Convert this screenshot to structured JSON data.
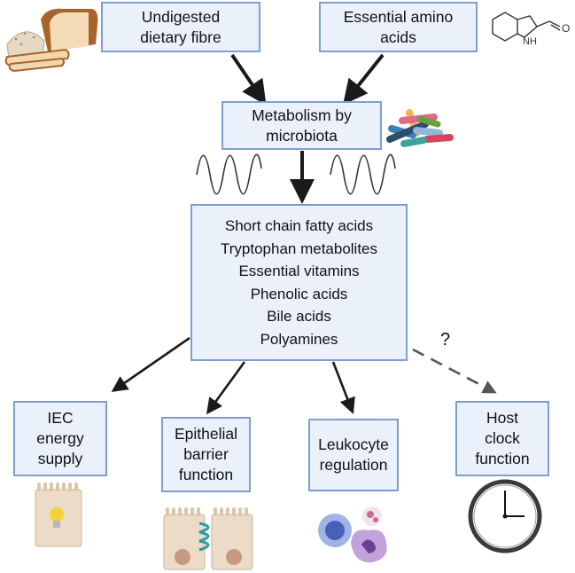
{
  "inputs": {
    "fibre": [
      "Undigested",
      "dietary fibre"
    ],
    "amino": [
      "Essential amino",
      "acids"
    ]
  },
  "metabolism": [
    "Metabolism by",
    "microbiota"
  ],
  "metabolites": [
    "Short chain fatty acids",
    "Tryptophan metabolites",
    "Essential vitamins",
    "Phenolic acids",
    "Bile acids",
    "Polyamines"
  ],
  "outcomes": {
    "iec": [
      "IEC",
      "energy",
      "supply"
    ],
    "barrier": [
      "Epithelial",
      "barrier",
      "function"
    ],
    "leukocyte": [
      "Leukocyte",
      "regulation"
    ],
    "clock": [
      "Host",
      "clock",
      "function"
    ]
  },
  "uncertain_mark": "?",
  "molecule_label": "NH",
  "molecule_atom": "O",
  "colors": {
    "box_fill": "#eaf1fb",
    "box_border": "#7d9fd0",
    "arrow": "#1a1a1a",
    "dashed_arrow": "#555555"
  }
}
